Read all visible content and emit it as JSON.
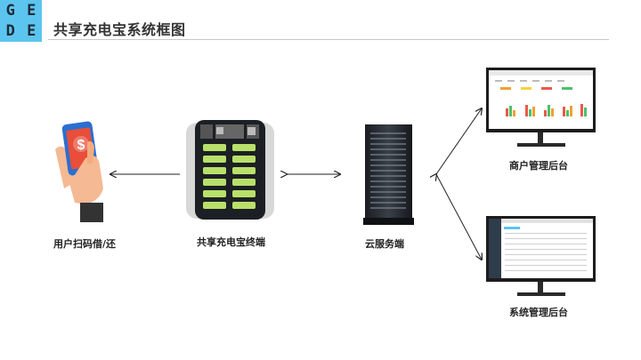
{
  "logo": {
    "letters": [
      "G",
      "E",
      "D",
      "E"
    ],
    "color": "#5cc5ef"
  },
  "header": {
    "title": "共享充电宝系统框图"
  },
  "nodes": {
    "user": {
      "label": "用户扫码借/还",
      "icon": "phone-hand-icon"
    },
    "terminal": {
      "label": "共享充电宝终端",
      "icon": "power-bank-cabinet-icon"
    },
    "cloud": {
      "label": "云服务端",
      "icon": "server-rack-icon"
    },
    "merchant": {
      "label": "商户管理后台",
      "icon": "monitor-dashboard-icon"
    },
    "system": {
      "label": "系统管理后台",
      "icon": "monitor-table-icon"
    }
  },
  "phone": {
    "symbol": "$"
  },
  "colors": {
    "accent": "#5cc5ef",
    "phone_red": "#e84e3a",
    "skin": "#f5b993",
    "sleeve": "#333333"
  }
}
